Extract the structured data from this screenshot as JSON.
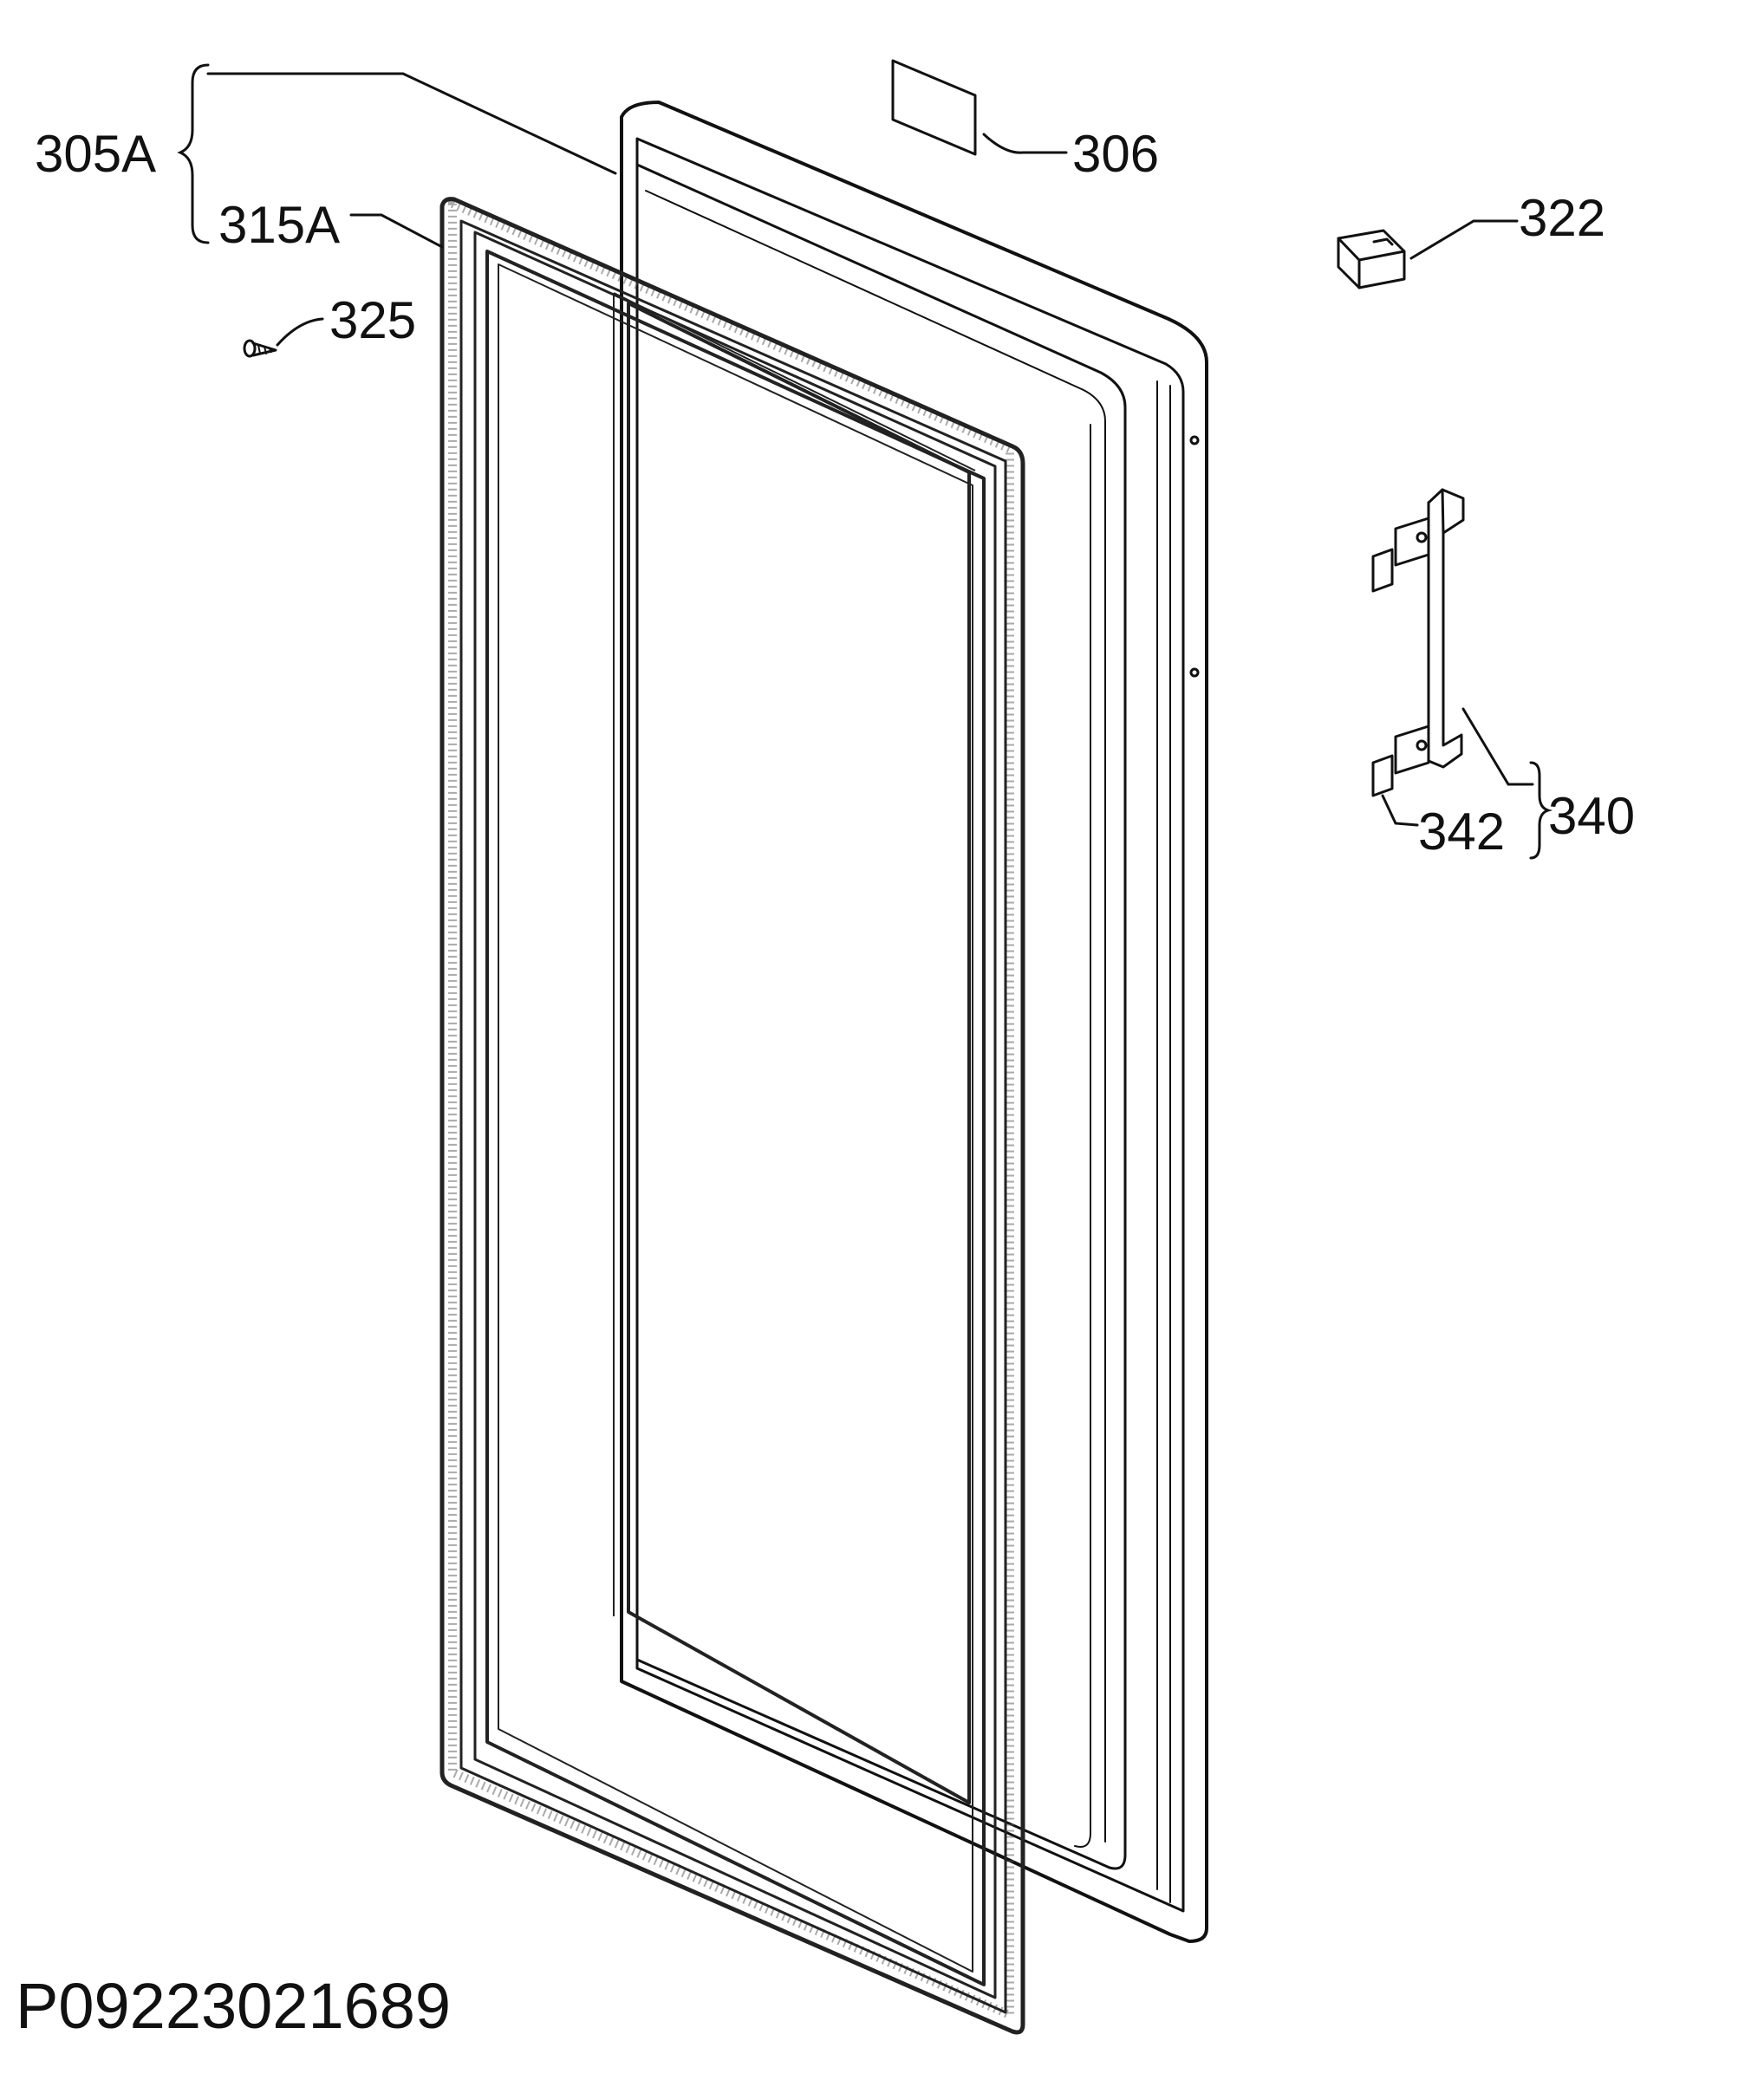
{
  "diagram": {
    "callouts": {
      "door_assembly": "305A",
      "label_306": "306",
      "cap_322": "322",
      "gasket": "315A",
      "screw": "325",
      "hinge_plate_342": "342",
      "hinge_assembly": "340"
    },
    "drawing_number": "P09223021689"
  }
}
